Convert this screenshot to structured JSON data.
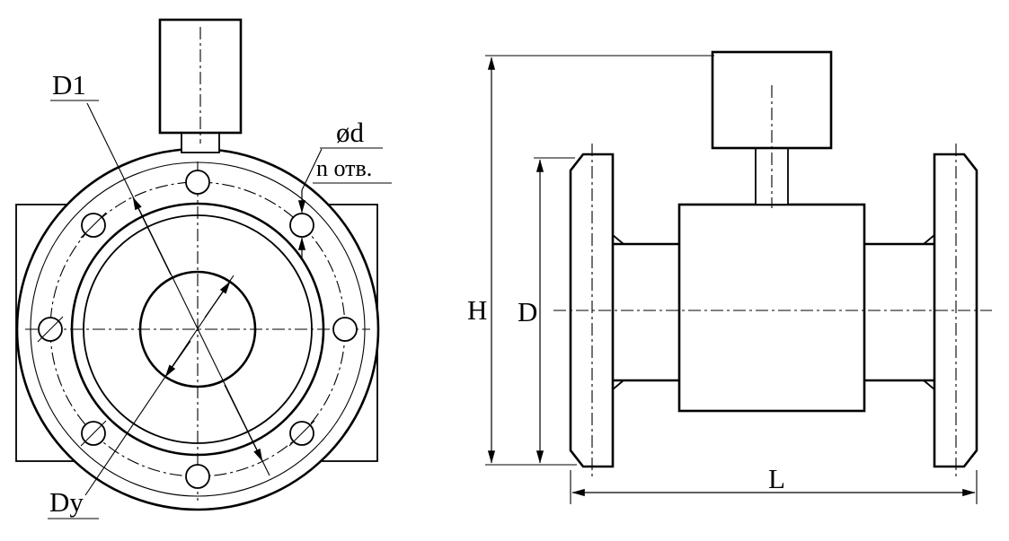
{
  "drawing": {
    "front_view": {
      "bolt_circle_label": "D1",
      "bore_label": "Dy",
      "hole_diameter_label": "ød",
      "hole_count_label": "n отв."
    },
    "side_view": {
      "height_label": "H",
      "flange_diameter_label": "D",
      "length_label": "L"
    },
    "colors": {
      "line": "#000000",
      "background": "#ffffff"
    }
  }
}
